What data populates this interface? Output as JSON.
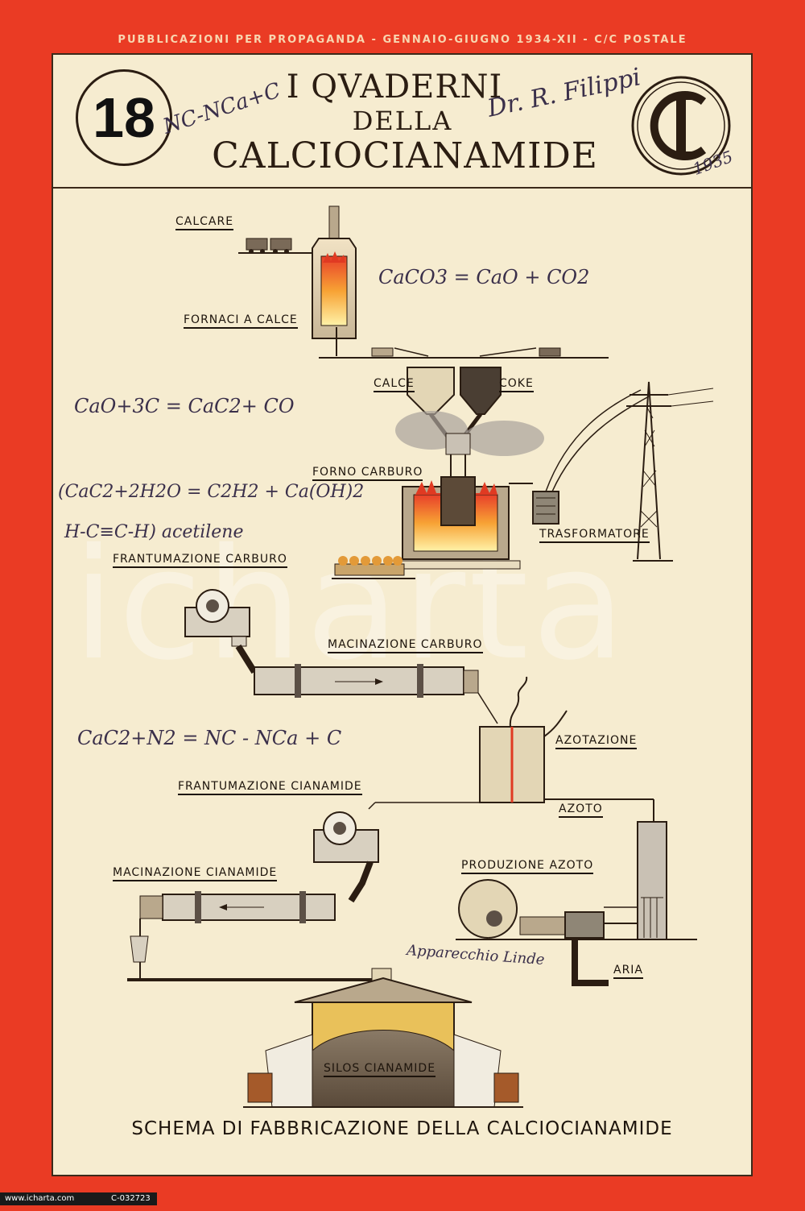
{
  "header": {
    "band": "PUBBLICAZIONI PER PROPAGANDA - GENNAIO-GIUGNO 1934-XII - C/C POSTALE",
    "issue_number": "18",
    "title_line1": "I QVADERNI",
    "title_line2": "DELLA",
    "title_line3": "CALCIOCIANAMIDE",
    "logo_letters": "CI"
  },
  "handwriting": {
    "top_formula": "NC-NCa+C",
    "owner_note": "Dr. R. Filippi",
    "year": "1935",
    "eq_calce": "CaCO3 = CaO + CO2",
    "eq_carburo": "CaO+3C = CaC2+ CO",
    "eq_acetilene_1": "(CaC2+2H2O = C2H2 + Ca(OH)2",
    "eq_acetilene_2": "H-C≡C-H) acetilene",
    "eq_azotazione": "CaC2+N2 = NC - NCa + C",
    "linde_note": "Apparecchio Linde"
  },
  "labels": {
    "calcare": "CALCARE",
    "fornaci": "FORNACI A CALCE",
    "calce": "CALCE",
    "coke": "COKE",
    "forno": "FORNO CARBURO",
    "trasformatore": "TRASFORMATORE",
    "frantumazione_carburo": "FRANTUMAZIONE CARBURO",
    "macinazione_carburo": "MACINAZIONE CARBURO",
    "azotazione": "AZOTAZIONE",
    "frantumazione_cianamide": "FRANTUMAZIONE CIANAMIDE",
    "azoto": "AZOTO",
    "macinazione_cianamide": "MACINAZIONE CIANAMIDE",
    "produzione_azoto": "PRODUZIONE AZOTO",
    "aria": "ARIA",
    "silos": "SILOS CIANAMIDE"
  },
  "footer": {
    "schema": "SCHEMA DI FABBRICAZIONE DELLA CALCIOCIANAMIDE",
    "site": "www.icharta.com",
    "code": "C-032723",
    "watermark": "icharta"
  },
  "colors": {
    "cover_red": "#ea3b24",
    "paper": "#f6ecd0",
    "ink": "#1d140c",
    "fire": "#f0702a"
  }
}
